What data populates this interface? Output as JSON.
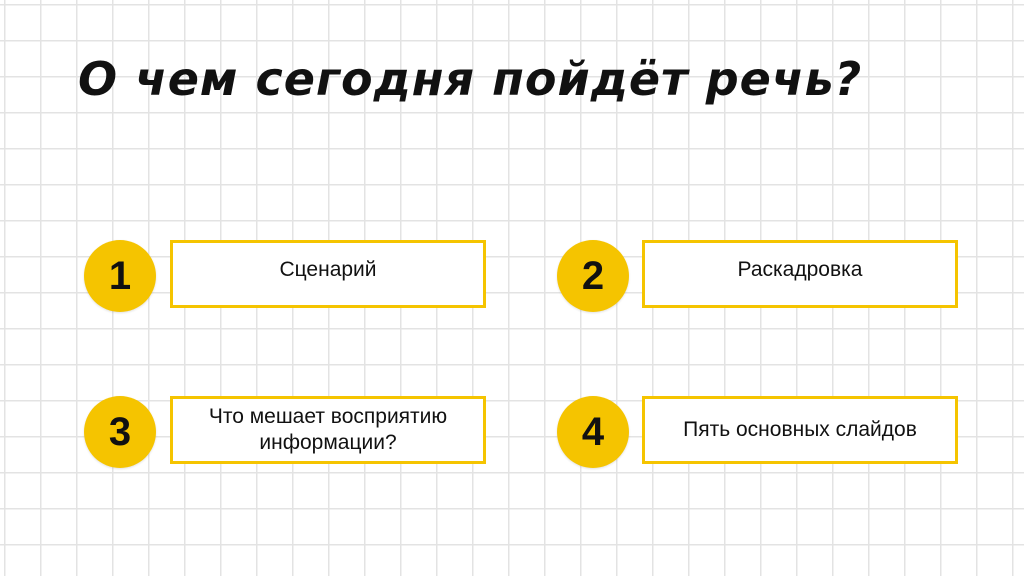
{
  "slide": {
    "title": "О чем сегодня пойдёт речь?",
    "accent_color": "#f5c400",
    "topics": [
      {
        "number": "1",
        "label": "Сценарий"
      },
      {
        "number": "2",
        "label": "Раскадровка"
      },
      {
        "number": "3",
        "label": "Что мешает восприятию информации?"
      },
      {
        "number": "4",
        "label": "Пять основных слайдов"
      }
    ]
  }
}
